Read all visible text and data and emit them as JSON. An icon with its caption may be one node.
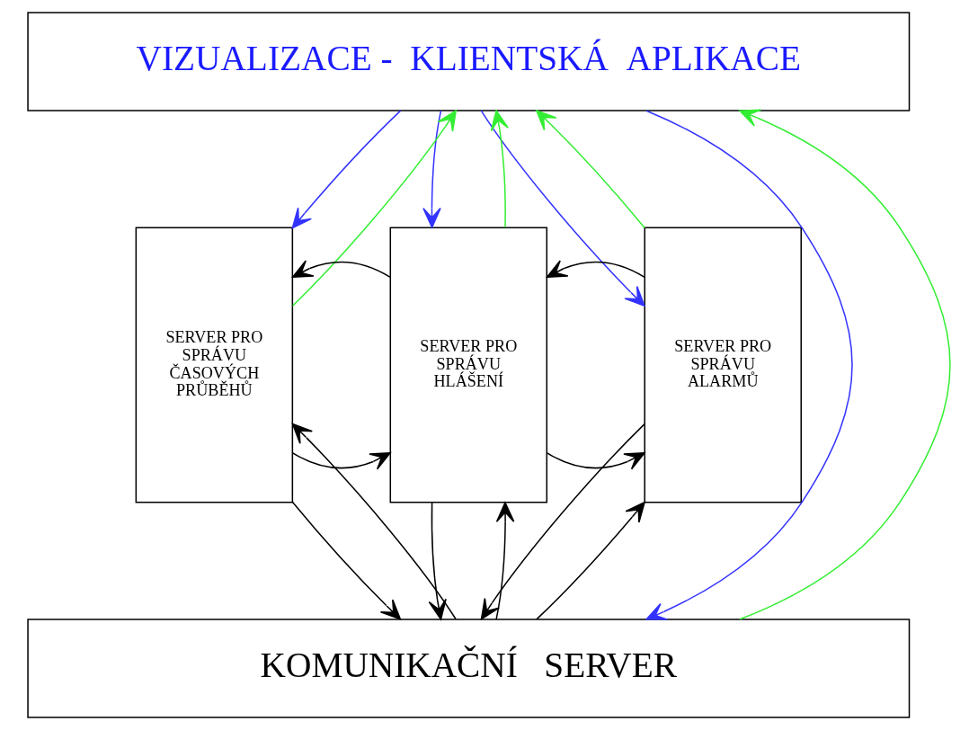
{
  "diagram": {
    "nodes": [
      {
        "text": [
          "VIZUALIZACE -  KLIENTSKÁ  APLIKACE"
        ]
      },
      {
        "text": [
          "SERVER PRO SPRÁVU ČASOVÝCH PRŮBĚHŮ"
        ]
      },
      {
        "text": [
          "SERVER PRO SPRÁVU HLÁŠENÍ"
        ]
      },
      {
        "text": [
          "SERVER PRO SPRÁVU ALARMŮ"
        ]
      },
      {
        "text": [
          "KOMUNIKAČNÍ   SERVER"
        ]
      }
    ],
    "edges": [
      {
        "from": 0,
        "to": 1,
        "arrow": "to",
        "color": "#3333ff"
      },
      {
        "from": 1,
        "to": 0,
        "arrow": "to",
        "color": "#33ee33"
      },
      {
        "from": 0,
        "to": 2,
        "arrow": "to",
        "color": "#3333ff"
      },
      {
        "from": 2,
        "to": 0,
        "arrow": "to",
        "color": "#33ee33"
      },
      {
        "from": 0,
        "to": 3,
        "arrow": "to",
        "color": "#3333ff"
      },
      {
        "from": 3,
        "to": 0,
        "arrow": "to",
        "color": "#33ee33"
      },
      {
        "from": 0,
        "to": 4,
        "arrow": "to",
        "color": "#3333ff"
      },
      {
        "from": 4,
        "to": 0,
        "arrow": "to",
        "color": "#33ee33"
      },
      {
        "from": 1,
        "to": 2,
        "arrow": "to"
      },
      {
        "from": 2,
        "to": 1,
        "arrow": "to"
      },
      {
        "from": 2,
        "to": 3,
        "arrow": "to"
      },
      {
        "from": 3,
        "to": 2,
        "arrow": "to"
      },
      {
        "from": 4,
        "to": 1,
        "arrow": "to"
      },
      {
        "from": 1,
        "to": 4,
        "arrow": "to"
      },
      {
        "from": 4,
        "to": 2,
        "arrow": "to"
      },
      {
        "from": 2,
        "to": 4,
        "arrow": "to"
      },
      {
        "from": 4,
        "to": 3,
        "arrow": "to"
      },
      {
        "from": 3,
        "to": 4,
        "arrow": "to"
      }
    ]
  }
}
